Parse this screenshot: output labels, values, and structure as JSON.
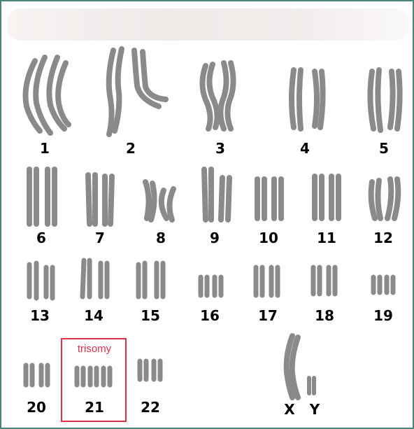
{
  "karyotype": {
    "labels": {
      "c1": "1",
      "c2": "2",
      "c3": "3",
      "c4": "4",
      "c5": "5",
      "c6": "6",
      "c7": "7",
      "c8": "8",
      "c9": "9",
      "c10": "10",
      "c11": "11",
      "c12": "12",
      "c13": "13",
      "c14": "14",
      "c15": "15",
      "c16": "16",
      "c17": "17",
      "c18": "18",
      "c19": "19",
      "c20": "20",
      "c21": "21",
      "c22": "22",
      "x": "X",
      "y": "Y"
    },
    "highlight": {
      "text": "trisomy",
      "chromosome": "21",
      "copies": 3
    },
    "colors": {
      "chromosome": "#8a8a8a",
      "highlight": "#e0304a",
      "border": "#4a8577",
      "label": "#000000"
    }
  }
}
